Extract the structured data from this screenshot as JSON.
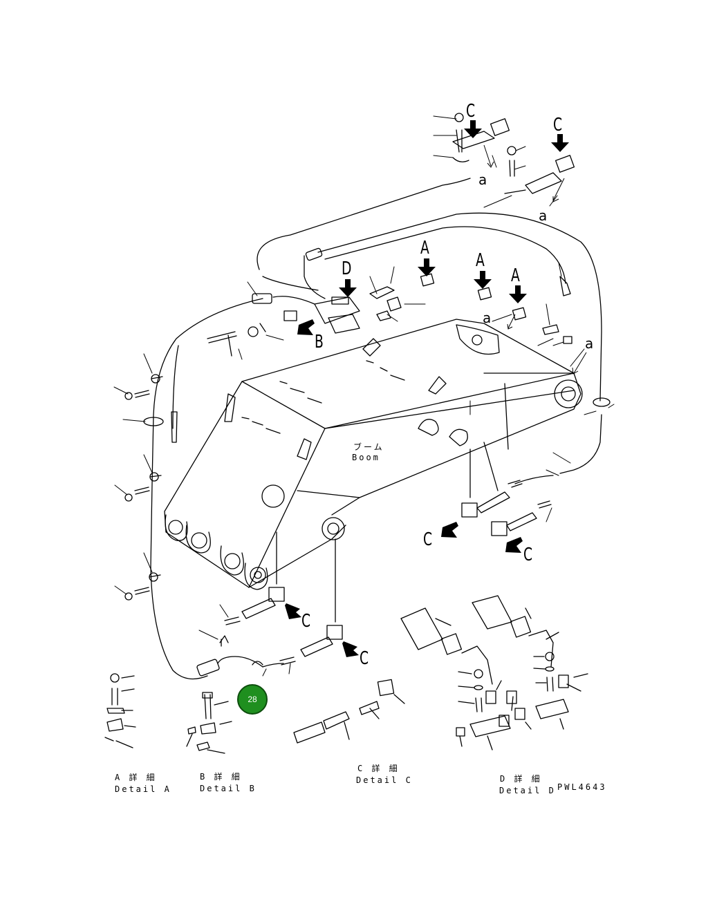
{
  "boom": {
    "label_jp": "ブーム",
    "label_en": "Boom"
  },
  "drawing_code": "PWL4643",
  "arrow_labels": {
    "a": "A",
    "b": "B",
    "c": "C",
    "d": "D",
    "a_small": "a"
  },
  "details": [
    {
      "jp": "A 詳 細",
      "en": "Detail A"
    },
    {
      "jp": "B 詳 細",
      "en": "Detail B"
    },
    {
      "jp": "C 詳 細",
      "en": "Detail C"
    },
    {
      "jp": "D 詳 細",
      "en": "Detail D"
    }
  ],
  "callout": {
    "number": "28",
    "color": "#1f8f1f"
  }
}
